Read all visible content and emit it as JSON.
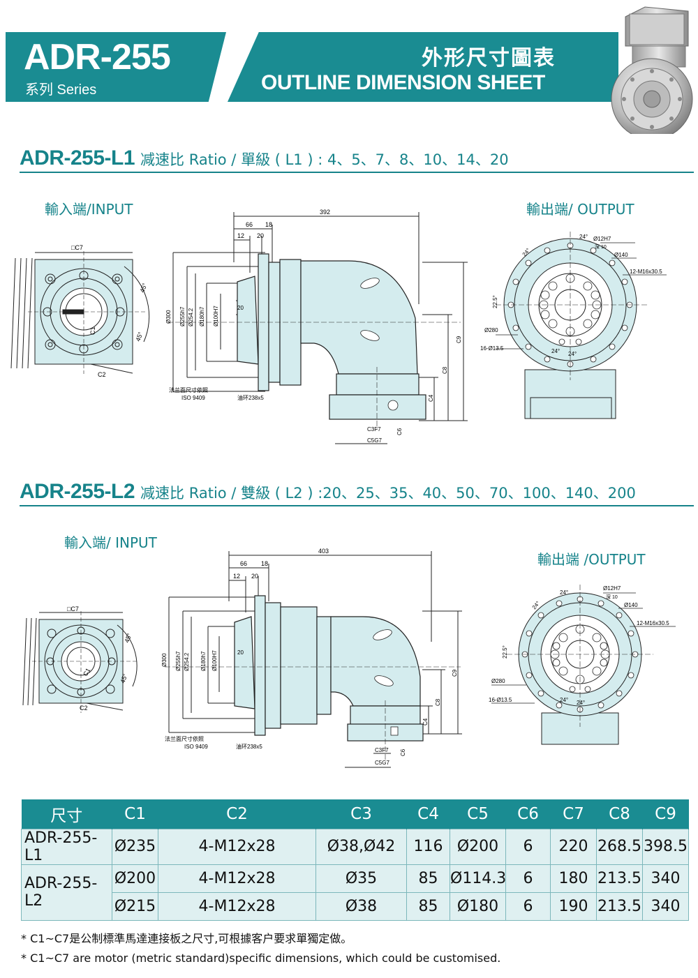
{
  "header": {
    "model": "ADR-255",
    "series": "系列 Series",
    "title_cn": "外形尺寸圖表",
    "title_en": "OUTLINE DIMENSION SHEET"
  },
  "section_l1": {
    "model": "ADR-255-L1",
    "ratio": "减速比 Ratio / 單級 ( L1 ) : 4、5、7、8、10、14、20",
    "input_label": "輸入端/INPUT",
    "output_label": "輸出端/ OUTPUT"
  },
  "section_l2": {
    "model": "ADR-255-L2",
    "ratio": "减速比 Ratio / 雙級 ( L2 ) :20、25、35、40、50、70、100、140、200",
    "input_label": "輸入端/ INPUT",
    "output_label": "輸出端 /OUTPUT"
  },
  "drawing_l1": {
    "total_length": "392",
    "d66": "66",
    "d18": "18",
    "d12": "12",
    "d20": "20",
    "d300": "Ø300",
    "d255": "Ø255h7",
    "d254": "Ø254.2",
    "d180": "Ø180h7",
    "d100": "Ø100H7",
    "d20b": "20",
    "flange_note": "法兰面尺寸依照",
    "iso": "ISO 9409",
    "oring": "油环238x5",
    "c7": "□C7",
    "c2": "C2",
    "c1": "C1",
    "c3": "C3F7",
    "c5": "C5G7",
    "c6": "C6",
    "c4": "C4",
    "c8": "C8",
    "c9": "C9",
    "a45a": "45°",
    "a45b": "45°",
    "o_24a": "24°",
    "o_24b": "24°",
    "o_225": "22.5°",
    "o_12h7": "Ø12H7",
    "o_deep": "深 10",
    "o_140": "Ø140",
    "o_m16": "12-M16x30.5",
    "o_280": "Ø280",
    "o_135": "16-Ø13.5",
    "o_24c": "24°",
    "o_24d": "24°"
  },
  "drawing_l2": {
    "total_length": "403",
    "d66": "66",
    "d18": "18",
    "d12": "12",
    "d20": "20",
    "d300": "Ø300",
    "d255": "Ø255h7",
    "d254": "Ø254.2",
    "d180": "Ø180h7",
    "d100": "Ø100H7",
    "d20b": "20",
    "flange_note": "法兰面尺寸依照",
    "iso": "ISO 9409",
    "oring": "油环238x5",
    "c7": "□C7",
    "c2": "C2",
    "c1": "C1",
    "c3": "C3F7",
    "c5": "C5G7",
    "c6": "C6",
    "c4": "C4",
    "c8": "C8",
    "c9": "C9",
    "a45a": "45°",
    "a45b": "45°",
    "o_24a": "24°",
    "o_24b": "24°",
    "o_225": "22.5°",
    "o_12h7": "Ø12H7",
    "o_deep": "深 10",
    "o_140": "Ø140",
    "o_m16": "12-M16x30.5",
    "o_280": "Ø280",
    "o_135": "16-Ø13.5",
    "o_24c": "24°",
    "o_24d": "24°"
  },
  "table": {
    "headers": [
      "尺寸",
      "C1",
      "C2",
      "C3",
      "C4",
      "C5",
      "C6",
      "C7",
      "C8",
      "C9"
    ],
    "rows": [
      [
        "ADR-255-L1",
        "Ø235",
        "4-M12x28",
        "Ø38,Ø42",
        "116",
        "Ø200",
        "6",
        "220",
        "268.5",
        "398.5"
      ],
      [
        "ADR-255-L2",
        "Ø200",
        "4-M12x28",
        "Ø35",
        "85",
        "Ø114.3",
        "6",
        "180",
        "213.5",
        "340"
      ],
      [
        "",
        "Ø215",
        "4-M12x28",
        "Ø38",
        "85",
        "Ø180",
        "6",
        "190",
        "213.5",
        "340"
      ]
    ]
  },
  "notes": [
    "* C1~C7是公制標準馬達連接板之尺寸,可根據客户要求單獨定做。",
    "* C1~C7 are motor (metric standard)specific dimensions, which could be customised."
  ],
  "colors": {
    "accent": "#1a8c92",
    "part_fill": "#d4ecee",
    "table_bg": "#dff0f1"
  }
}
